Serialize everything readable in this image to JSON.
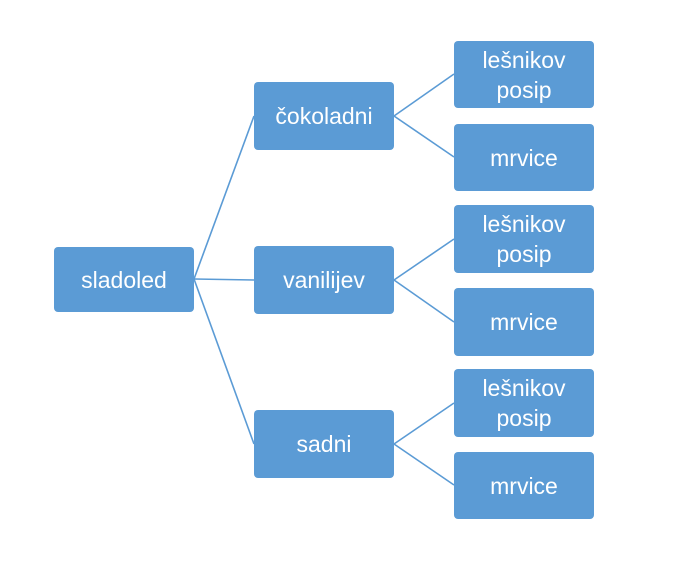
{
  "diagram": {
    "root": "sladoled",
    "branches": [
      {
        "label": "čokoladni",
        "children": [
          "lešnikov\nposip",
          "mrvice"
        ]
      },
      {
        "label": "vanilijev",
        "children": [
          "lešnikov\nposip",
          "mrvice"
        ]
      },
      {
        "label": "sadni",
        "children": [
          "lešnikov\nposip",
          "mrvice"
        ]
      }
    ],
    "colors": {
      "node_fill": "#5b9bd5",
      "node_text": "#ffffff",
      "connector": "#5b9bd5"
    }
  }
}
